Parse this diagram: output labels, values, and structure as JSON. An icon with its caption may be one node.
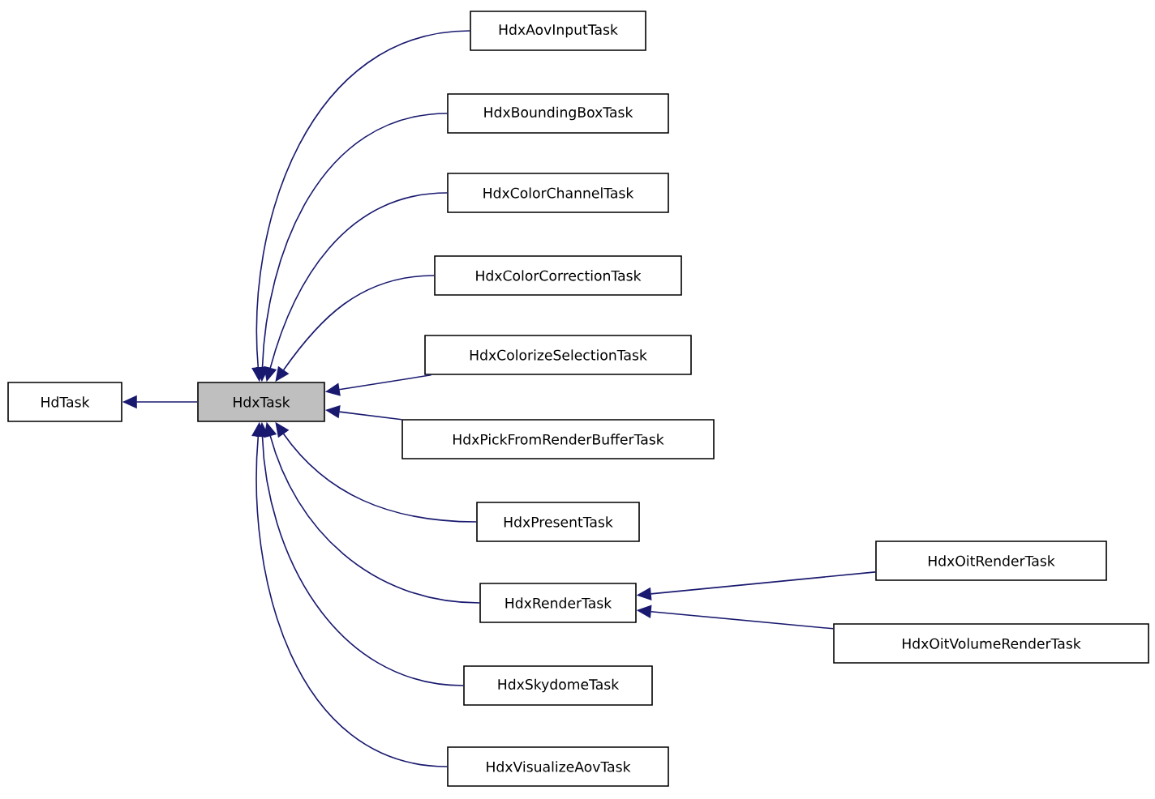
{
  "diagram": {
    "nodes": [
      {
        "text": [
          "HdTask"
        ]
      },
      {
        "text": [
          "HdxTask"
        ]
      },
      {
        "text": [
          "HdxAovInputTask"
        ]
      },
      {
        "text": [
          "HdxBoundingBoxTask"
        ]
      },
      {
        "text": [
          "HdxColorChannelTask"
        ]
      },
      {
        "text": [
          "HdxColorCorrectionTask"
        ]
      },
      {
        "text": [
          "HdxColorizeSelectionTask"
        ]
      },
      {
        "text": [
          "HdxPickFromRenderBufferTask"
        ]
      },
      {
        "text": [
          "HdxPresentTask"
        ]
      },
      {
        "text": [
          "HdxRenderTask"
        ]
      },
      {
        "text": [
          "HdxSkydomeTask"
        ]
      },
      {
        "text": [
          "HdxVisualizeAovTask"
        ]
      },
      {
        "text": [
          "HdxOitRenderTask"
        ]
      },
      {
        "text": [
          "HdxOitVolumeRenderTask"
        ]
      }
    ],
    "edges": [
      {
        "from": 1,
        "to": 0,
        "arrow": "to"
      },
      {
        "from": 2,
        "to": 1,
        "arrow": "to"
      },
      {
        "from": 3,
        "to": 1,
        "arrow": "to"
      },
      {
        "from": 4,
        "to": 1,
        "arrow": "to"
      },
      {
        "from": 5,
        "to": 1,
        "arrow": "to"
      },
      {
        "from": 6,
        "to": 1,
        "arrow": "to"
      },
      {
        "from": 7,
        "to": 1,
        "arrow": "to"
      },
      {
        "from": 8,
        "to": 1,
        "arrow": "to"
      },
      {
        "from": 9,
        "to": 1,
        "arrow": "to"
      },
      {
        "from": 10,
        "to": 1,
        "arrow": "to"
      },
      {
        "from": 11,
        "to": 1,
        "arrow": "to"
      },
      {
        "from": 12,
        "to": 9,
        "arrow": "to"
      },
      {
        "from": 13,
        "to": 9,
        "arrow": "to"
      }
    ]
  }
}
